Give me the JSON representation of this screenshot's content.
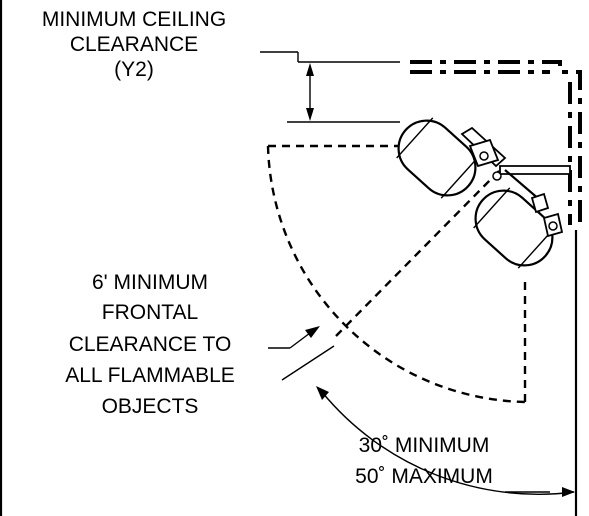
{
  "labels": {
    "ceiling_line1": "MINIMUM CEILING",
    "ceiling_line2": "CLEARANCE",
    "ceiling_line3": "(Y2)",
    "frontal_line1": "6' MINIMUM",
    "frontal_line2": "FRONTAL",
    "frontal_line3": "CLEARANCE TO",
    "frontal_line4": "ALL FLAMMABLE",
    "frontal_line5": "OBJECTS",
    "angle_line1": "30˚ MINIMUM",
    "angle_line2": "50˚ MAXIMUM"
  }
}
